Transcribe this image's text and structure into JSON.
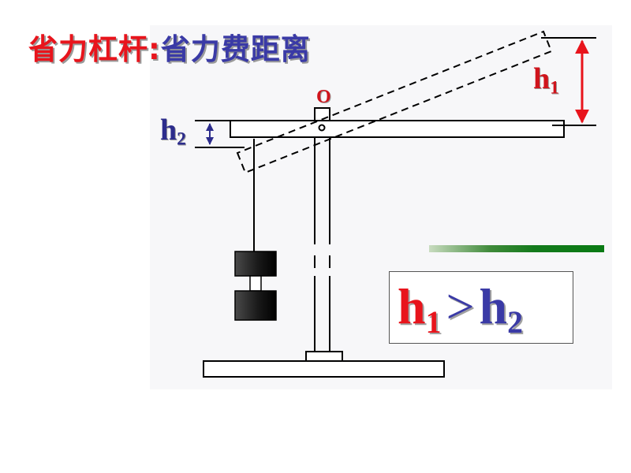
{
  "title": {
    "part1": "省力杠杆",
    "separator": ":",
    "part2": "省力费距离",
    "color1": "#e8141c",
    "color2": "#3a3aa6"
  },
  "labels": {
    "pivot": "O",
    "h1": {
      "base": "h",
      "sub": "1"
    },
    "h2": {
      "base": "h",
      "sub": "2"
    }
  },
  "comparison": {
    "left": {
      "base": "h",
      "sub": "1"
    },
    "operator": ">",
    "right": {
      "base": "h",
      "sub": "2"
    }
  },
  "colors": {
    "h1_arrow": "#e8141c",
    "h2_arrow": "#2c2c8c",
    "accent_bar": "#137a1c"
  },
  "icons": [
    "pivot-icon",
    "weight-icon"
  ]
}
